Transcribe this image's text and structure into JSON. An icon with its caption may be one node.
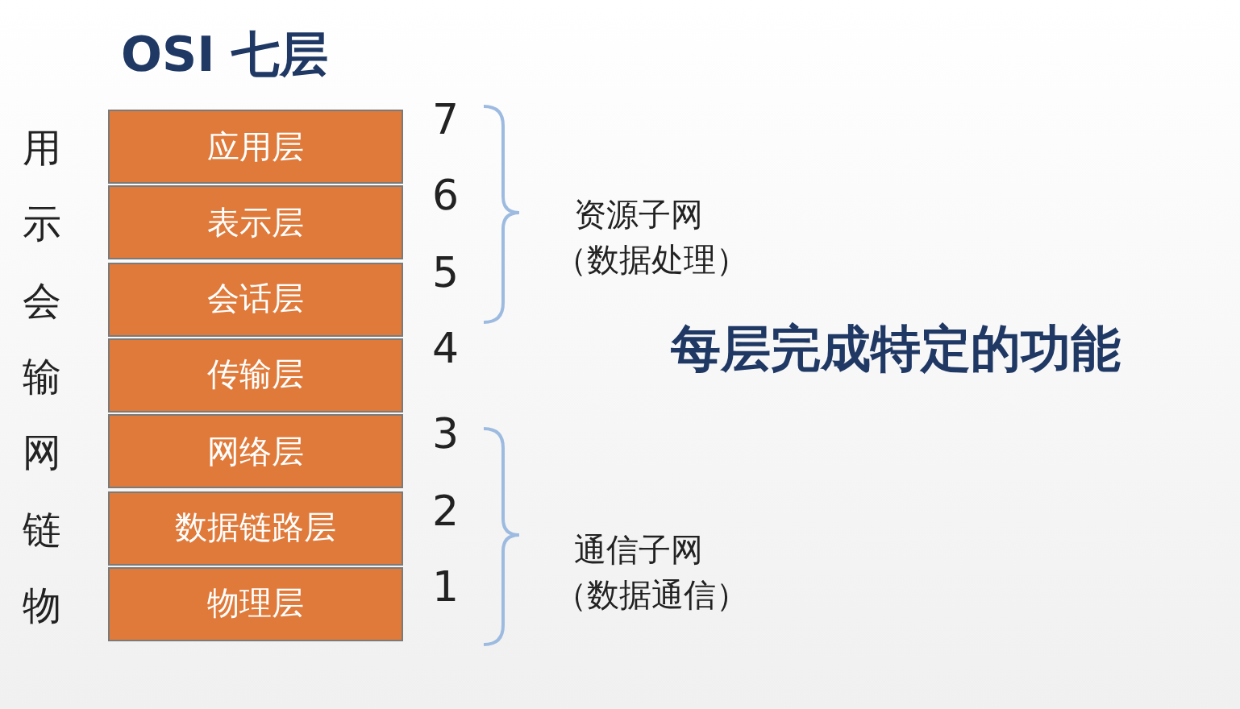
{
  "diagram": {
    "title": "OSI 七层",
    "nodes": [
      {
        "text": [
          "应用层"
        ]
      },
      {
        "text": [
          "表示层"
        ]
      },
      {
        "text": [
          "会话层"
        ]
      },
      {
        "text": [
          "传输层"
        ]
      },
      {
        "text": [
          "网络层"
        ]
      },
      {
        "text": [
          "数据链路层"
        ]
      },
      {
        "text": [
          "物理层"
        ]
      }
    ],
    "labels": [
      "用",
      "示",
      "会",
      "输",
      "网",
      "链",
      "物",
      "7",
      "6",
      "5",
      "4",
      "3",
      "2",
      "1",
      "资源子网",
      "（数据处理）",
      "通信子网",
      "（数据通信）",
      "每层完成特定的功能"
    ]
  }
}
